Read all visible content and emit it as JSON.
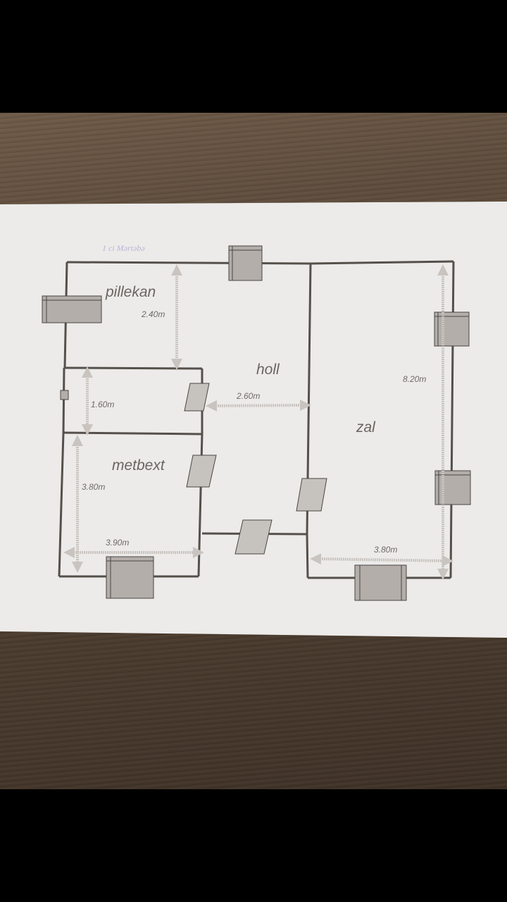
{
  "note": "1 ci Mərtəbə",
  "rooms": {
    "pillekan": "pillekan",
    "holl": "holl",
    "zal": "zal",
    "metbext": "metbext"
  },
  "dimensions": {
    "pillekan_height": "2.40m",
    "small_room_height": "1.60m",
    "holl_width": "2.60m",
    "zal_height": "8.20m",
    "metbext_height": "3.80m",
    "metbext_width": "3.90m",
    "zal_width": "3.80m"
  }
}
